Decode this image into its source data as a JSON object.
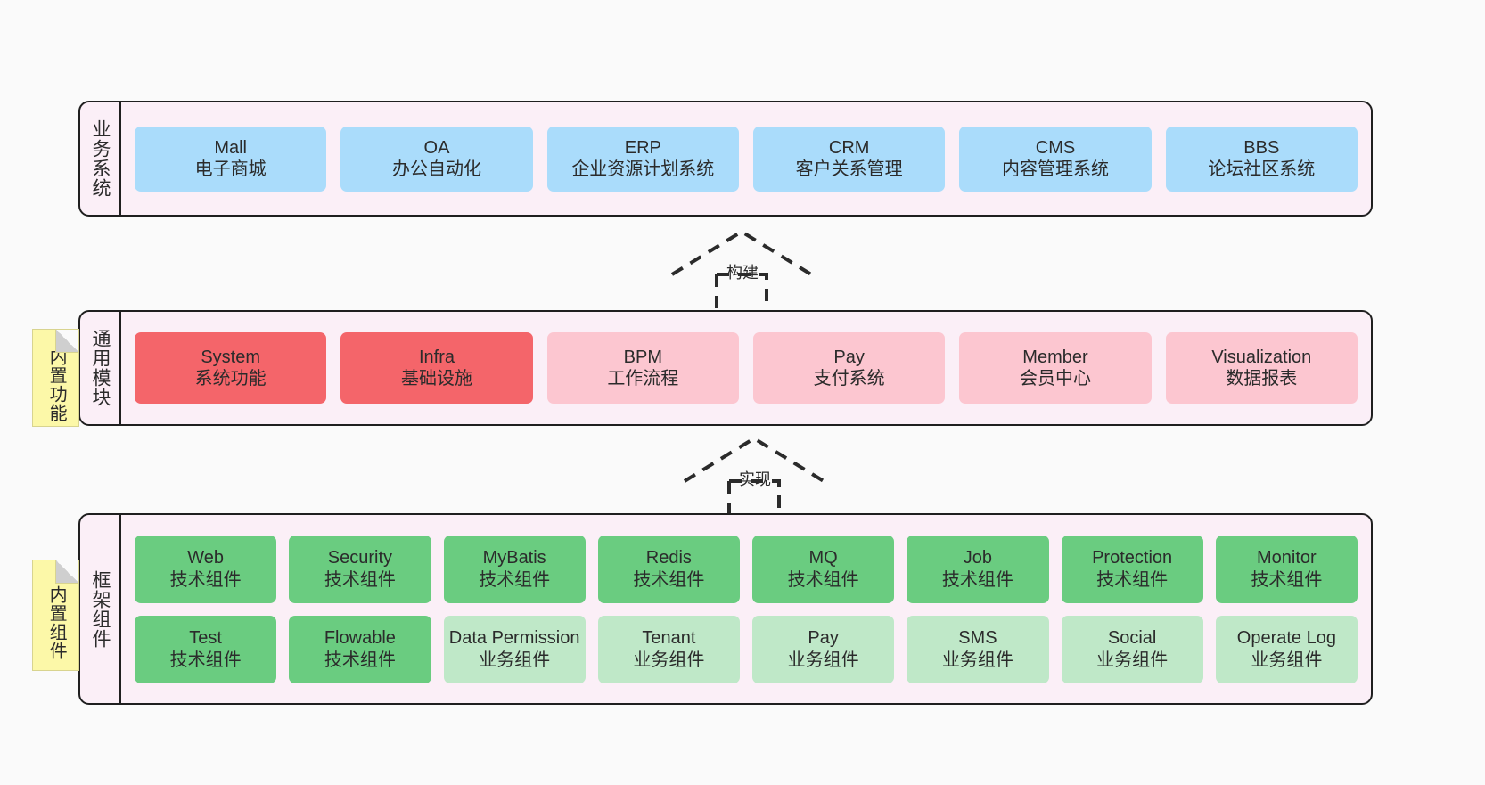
{
  "diagram": {
    "background_color": "#fafafa",
    "band_fill": "#fbeff7",
    "band_border": "#1f1f1f",
    "note_fill": "#fcf8a8"
  },
  "layers": [
    {
      "id": "business",
      "title": "业务系统",
      "cards": [
        {
          "name": "Mall",
          "desc": "电子商城",
          "color": "#aadcfb",
          "style": "c-blue"
        },
        {
          "name": "OA",
          "desc": "办公自动化",
          "color": "#aadcfb",
          "style": "c-blue"
        },
        {
          "name": "ERP",
          "desc": "企业资源计划系统",
          "color": "#aadcfb",
          "style": "c-blue"
        },
        {
          "name": "CRM",
          "desc": "客户关系管理",
          "color": "#aadcfb",
          "style": "c-blue"
        },
        {
          "name": "CMS",
          "desc": "内容管理系统",
          "color": "#aadcfb",
          "style": "c-blue"
        },
        {
          "name": "BBS",
          "desc": "论坛社区系统",
          "color": "#aadcfb",
          "style": "c-blue"
        }
      ]
    },
    {
      "id": "common",
      "title": "通用模块",
      "note": "内置功能",
      "cards": [
        {
          "name": "System",
          "desc": "系统功能",
          "color": "#f4656a",
          "style": "c-red"
        },
        {
          "name": "Infra",
          "desc": "基础设施",
          "color": "#f4656a",
          "style": "c-red"
        },
        {
          "name": "BPM",
          "desc": "工作流程",
          "color": "#fcc6d0",
          "style": "c-pink"
        },
        {
          "name": "Pay",
          "desc": "支付系统",
          "color": "#fcc6d0",
          "style": "c-pink"
        },
        {
          "name": "Member",
          "desc": "会员中心",
          "color": "#fcc6d0",
          "style": "c-pink"
        },
        {
          "name": "Visualization",
          "desc": "数据报表",
          "color": "#fcc6d0",
          "style": "c-pink"
        }
      ]
    },
    {
      "id": "framework",
      "title": "框架组件",
      "note": "内置组件",
      "rows": [
        [
          {
            "name": "Web",
            "desc": "技术组件",
            "color": "#6acc80",
            "style": "c-green"
          },
          {
            "name": "Security",
            "desc": "技术组件",
            "color": "#6acc80",
            "style": "c-green"
          },
          {
            "name": "MyBatis",
            "desc": "技术组件",
            "color": "#6acc80",
            "style": "c-green"
          },
          {
            "name": "Redis",
            "desc": "技术组件",
            "color": "#6acc80",
            "style": "c-green"
          },
          {
            "name": "MQ",
            "desc": "技术组件",
            "color": "#6acc80",
            "style": "c-green"
          },
          {
            "name": "Job",
            "desc": "技术组件",
            "color": "#6acc80",
            "style": "c-green"
          },
          {
            "name": "Protection",
            "desc": "技术组件",
            "color": "#6acc80",
            "style": "c-green"
          },
          {
            "name": "Monitor",
            "desc": "技术组件",
            "color": "#6acc80",
            "style": "c-green"
          }
        ],
        [
          {
            "name": "Test",
            "desc": "技术组件",
            "color": "#6acc80",
            "style": "c-green"
          },
          {
            "name": "Flowable",
            "desc": "技术组件",
            "color": "#6acc80",
            "style": "c-green"
          },
          {
            "name": "Data Permission",
            "desc": "业务组件",
            "color": "#bfe8c8",
            "style": "c-greenlight"
          },
          {
            "name": "Tenant",
            "desc": "业务组件",
            "color": "#bfe8c8",
            "style": "c-greenlight"
          },
          {
            "name": "Pay",
            "desc": "业务组件",
            "color": "#bfe8c8",
            "style": "c-greenlight"
          },
          {
            "name": "SMS",
            "desc": "业务组件",
            "color": "#bfe8c8",
            "style": "c-greenlight"
          },
          {
            "name": "Social",
            "desc": "业务组件",
            "color": "#bfe8c8",
            "style": "c-greenlight"
          },
          {
            "name": "Operate Log",
            "desc": "业务组件",
            "color": "#bfe8c8",
            "style": "c-greenlight"
          }
        ]
      ]
    }
  ],
  "arrows": [
    {
      "id": "build",
      "label": "构建",
      "from": "通用模块",
      "to": "业务系统",
      "style": "dashed-generalization"
    },
    {
      "id": "impl",
      "label": "实现",
      "from": "框架组件",
      "to": "通用模块",
      "style": "dashed-generalization"
    }
  ]
}
